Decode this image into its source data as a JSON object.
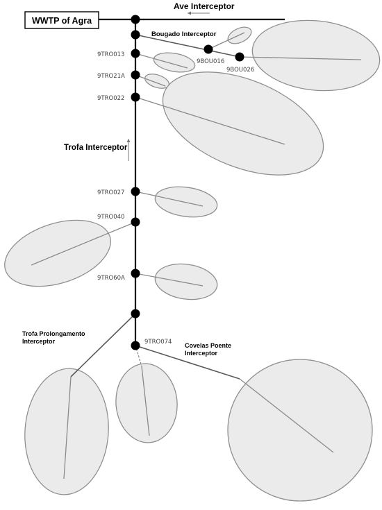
{
  "title_box": "WWTP of Agra",
  "interceptors": {
    "ave": "Ave Interceptor",
    "bougado": "Bougado Interceptor",
    "trofa": "Trofa Interceptor",
    "trofa_prolongamento_line1": "Trofa Prolongamento",
    "trofa_prolongamento_line2": "Interceptor",
    "covelas_line1": "Covelas Poente",
    "covelas_line2": "Interceptor"
  },
  "nodes": {
    "n9TRO013": "9TRO013",
    "n9TRO21A": "9TRO21A",
    "n9TRO022": "9TRO022",
    "n9TRO027": "9TRO027",
    "n9TRO040": "9TRO040",
    "n9TRO60A": "9TRO60A",
    "n9TRO074": "9TRO074",
    "n9BOU016": "9BOU016",
    "n9BOU026": "9BOU026"
  },
  "colors": {
    "catchment_fill": "#ebebeb",
    "catchment_stroke": "#8f8f8f",
    "main_line": "#000000"
  }
}
